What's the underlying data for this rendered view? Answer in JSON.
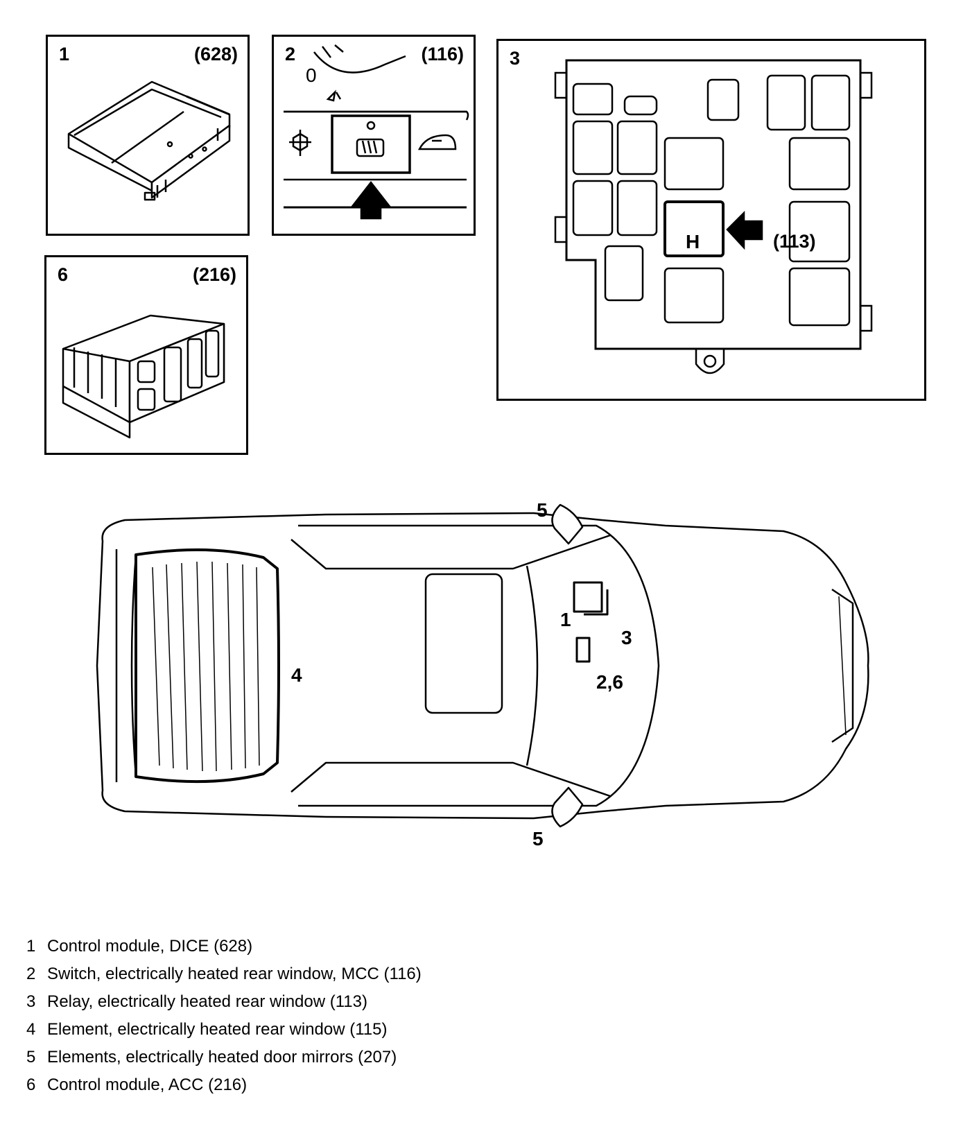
{
  "panels": [
    {
      "number": "1",
      "ref": "(628)"
    },
    {
      "number": "2",
      "ref": "(116)"
    },
    {
      "number": "3",
      "ref": "(113)"
    },
    {
      "number": "6",
      "ref": "(216)"
    }
  ],
  "panel2_labels": {
    "zero": "0"
  },
  "panel3_labels": {
    "relay_letter": "H"
  },
  "car_callouts": {
    "mirror_top": "5",
    "mirror_bottom": "5",
    "rear_window": "4",
    "module_dice": "1",
    "relay": "3",
    "switch_acc": "2,6"
  },
  "legend": [
    {
      "num": "1",
      "text": "Control module, DICE (628)"
    },
    {
      "num": "2",
      "text": "Switch, electrically heated rear window, MCC (116)"
    },
    {
      "num": "3",
      "text": "Relay, electrically heated rear window (113)"
    },
    {
      "num": "4",
      "text": "Element, electrically heated rear window (115)"
    },
    {
      "num": "5",
      "text": "Elements, electrically heated door mirrors (207)"
    },
    {
      "num": "6",
      "text": "Control module, ACC (216)"
    }
  ]
}
